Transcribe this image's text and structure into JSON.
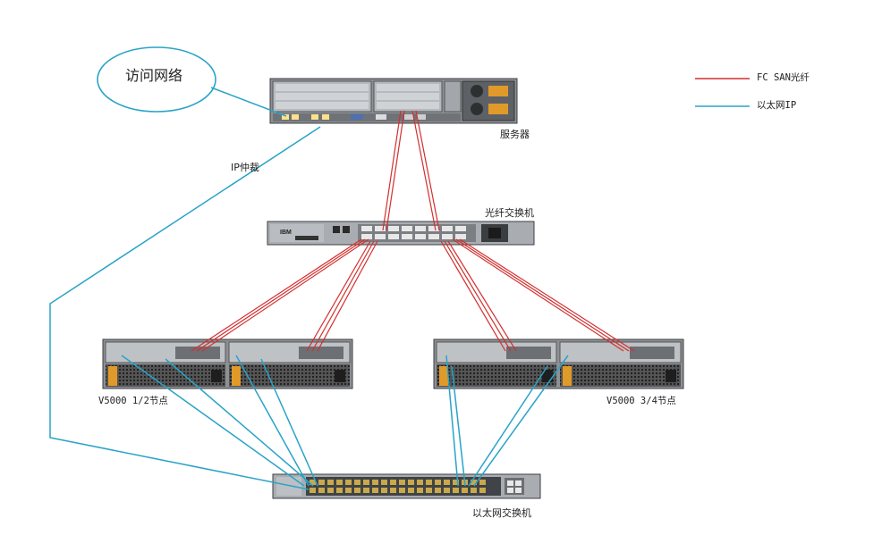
{
  "labels": {
    "access_network": "访问网络",
    "server": "服务器",
    "ip_arbitration": "IP仲裁",
    "fc_switch": "光纤交换机",
    "v5000_nodes_12": "V5000 1/2节点",
    "v5000_nodes_34": "V5000 3/4节点",
    "eth_switch": "以太网交换机"
  },
  "legend": [
    {
      "label": "FC SAN光纤",
      "color": "#d32f2f"
    },
    {
      "label": "以太网IP",
      "color": "#2aa3c8"
    }
  ],
  "colors": {
    "fc": "#d32f2f",
    "eth": "#2aa3c8"
  },
  "logos": {
    "switch_brand": "IBM"
  }
}
